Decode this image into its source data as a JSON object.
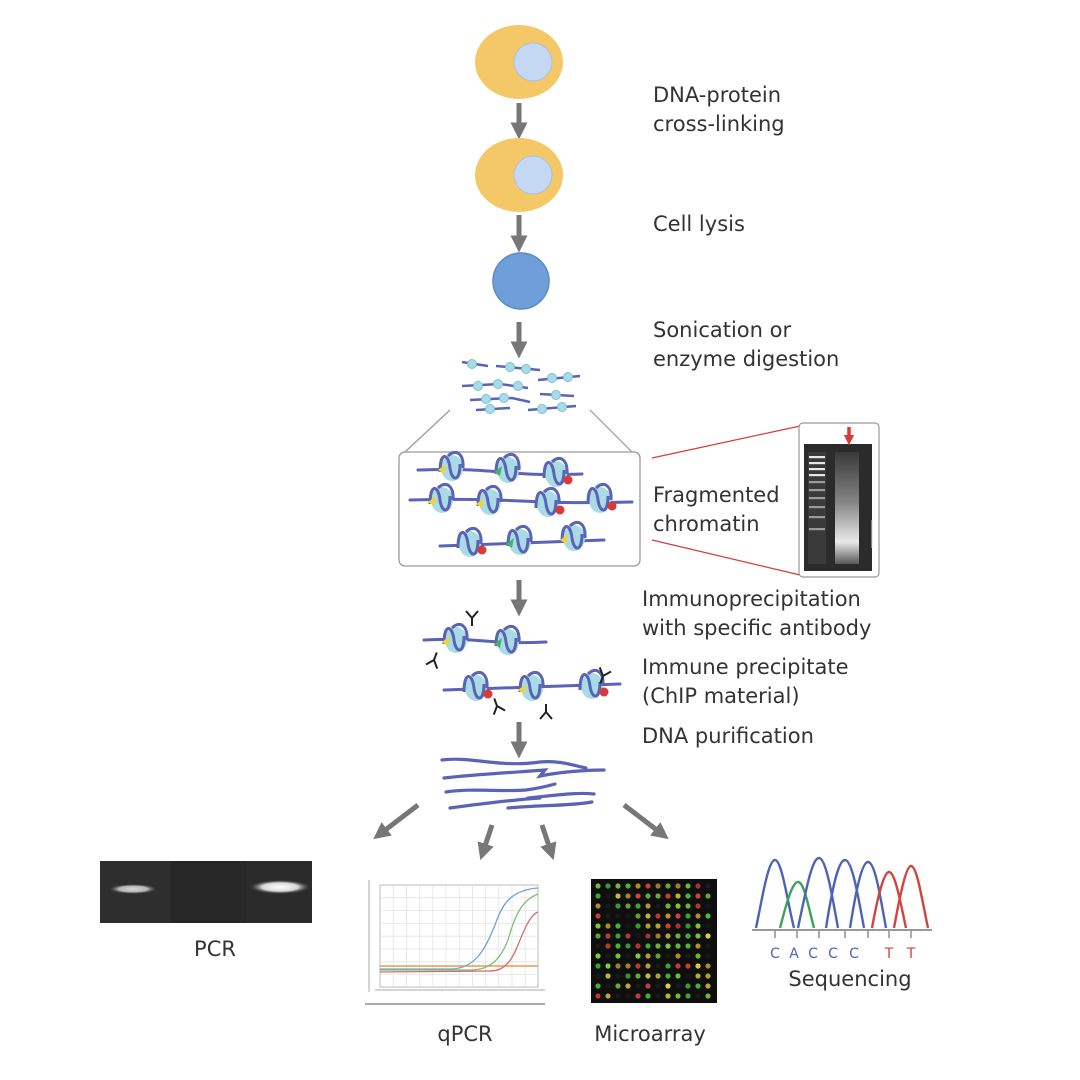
{
  "steps": {
    "crosslinking": [
      "DNA-protein",
      "cross-linking"
    ],
    "lysis": [
      "Cell lysis"
    ],
    "sonication": [
      "Sonication or",
      "enzyme digestion"
    ],
    "fragmented": [
      "Fragmented",
      "chromatin"
    ],
    "immunoprecipitation": [
      "Immunoprecipitation",
      "with specific antibody"
    ],
    "immune_precipitate": [
      "Immune precipitate",
      "(ChIP material)"
    ],
    "purification": [
      "DNA purification"
    ]
  },
  "analysis": {
    "pcr": "PCR",
    "qpcr": "qPCR",
    "microarray": "Microarray",
    "sequencing": "Sequencing"
  },
  "sequence_bases": [
    "C",
    "A",
    "C",
    "C",
    "C",
    "T",
    "T"
  ],
  "colors": {
    "cell_cytoplasm": "#f4c867",
    "nucleus": "#c4d8f3",
    "lysed_nucleus": "#6f9fd8",
    "dna_strand": "#5a63b6",
    "histone": "#a9dbe6",
    "arrow": "#777777",
    "gel_background": "#2b2b2b",
    "marker_red": "#d83a3a",
    "marker_yellow": "#f2d23a",
    "marker_green": "#45b26b",
    "seq_blue": "#4d63b5",
    "seq_green": "#39a35a",
    "seq_red": "#d0453f"
  }
}
